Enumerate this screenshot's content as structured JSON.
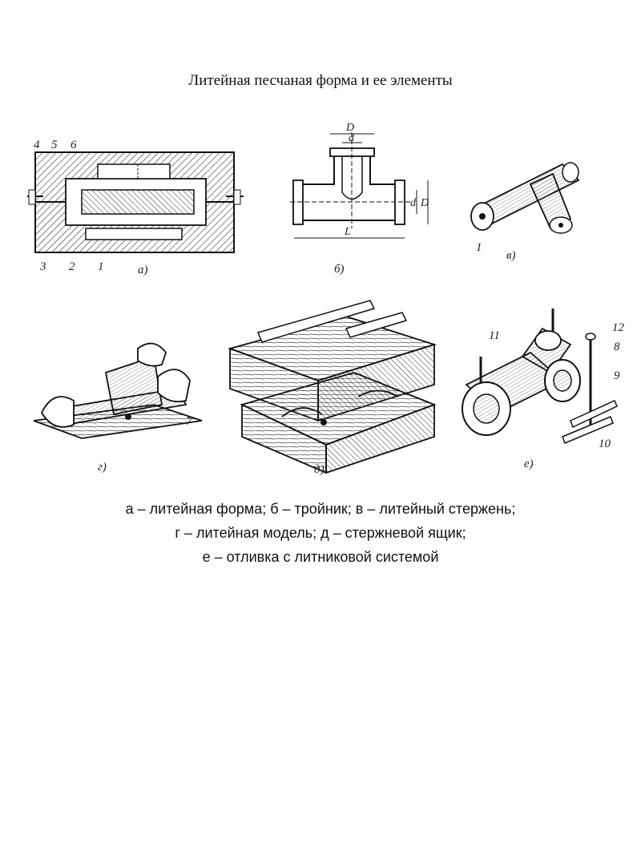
{
  "title": "Литейная песчаная форма и ее элементы",
  "figure": {
    "panels": {
      "a": "а)",
      "b": "б)",
      "v": "в)",
      "g": "г)",
      "d": "д)",
      "e": "е)"
    },
    "part_numbers": {
      "n1": "1",
      "n2": "2",
      "n3": "3",
      "n4": "4",
      "n5": "5",
      "n6": "6",
      "n7": "7",
      "n8": "8",
      "n9": "9",
      "n10": "10",
      "n11": "11",
      "n12": "12",
      "n1b": "1"
    },
    "dimensions": {
      "D_top": "D",
      "d_top": "d",
      "d_side": "d",
      "D_side": "D",
      "L": "L"
    }
  },
  "caption": {
    "line1": "а – литейная форма; б – тройник; в – литейный стержень;",
    "line2": "г – литейная модель; д – стержневой ящик;",
    "line3": "е – отливка с литниковой системой"
  }
}
